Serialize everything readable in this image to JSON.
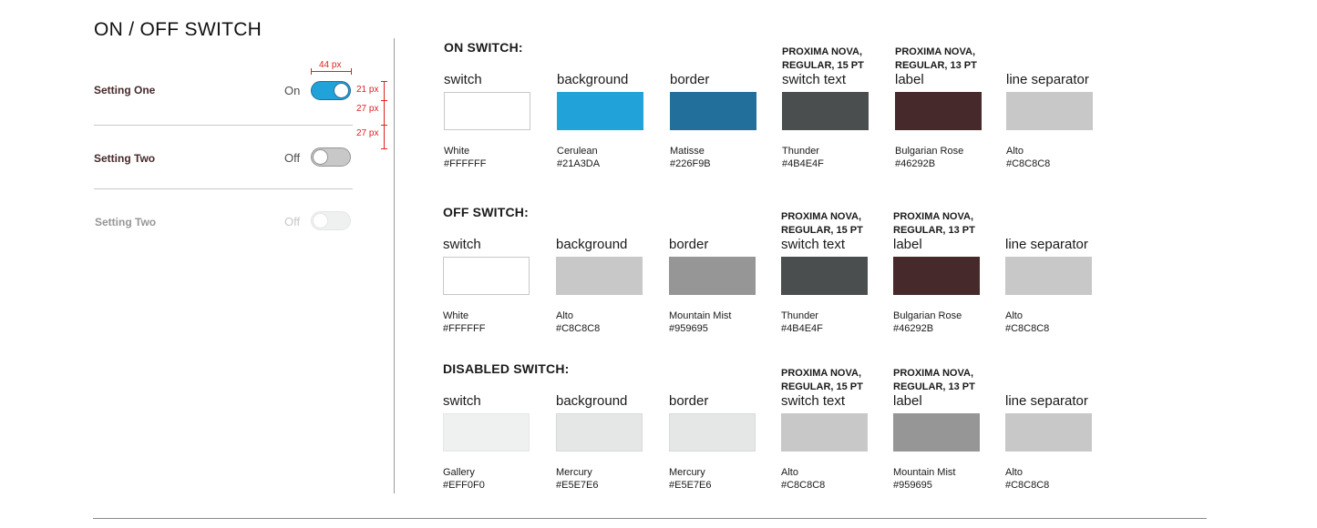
{
  "page_title": "ON / OFF SWITCH",
  "settings": [
    {
      "label": "Setting One",
      "state_text": "On",
      "state": "on"
    },
    {
      "label": "Setting Two",
      "state_text": "Off",
      "state": "off"
    },
    {
      "label": "Setting Two",
      "state_text": "Off",
      "state": "disabled"
    }
  ],
  "dimensions": {
    "width_label": "44 px",
    "height_label": "21 px",
    "spacing_1_label": "27 px",
    "spacing_2_label": "27 px"
  },
  "sections": [
    {
      "title": "ON SWITCH:",
      "swatches": [
        {
          "title": "switch",
          "font_line1": "",
          "font_line2": "",
          "name": "White",
          "hex": "#FFFFFF",
          "color": "#FFFFFF",
          "border": "#C8C8C8"
        },
        {
          "title": "background",
          "font_line1": "",
          "font_line2": "",
          "name": "Cerulean",
          "hex": "#21A3DA",
          "color": "#21A3DA"
        },
        {
          "title": "border",
          "font_line1": "",
          "font_line2": "",
          "name": "Matisse",
          "hex": "#226F9B",
          "color": "#226F9B"
        },
        {
          "title": "switch text",
          "font_line1": "PROXIMA NOVA,",
          "font_line2": "REGULAR, 15 PT",
          "name": "Thunder",
          "hex": "#4B4E4F",
          "color": "#4B4E4F"
        },
        {
          "title": "label",
          "font_line1": "PROXIMA NOVA,",
          "font_line2": "REGULAR, 13 PT",
          "name": "Bulgarian Rose",
          "hex": "#46292B",
          "color": "#46292B"
        },
        {
          "title": "line separator",
          "font_line1": "",
          "font_line2": "",
          "name": "Alto",
          "hex": "#C8C8C8",
          "color": "#C8C8C8"
        }
      ]
    },
    {
      "title": "OFF SWITCH:",
      "swatches": [
        {
          "title": "switch",
          "font_line1": "",
          "font_line2": "",
          "name": "White",
          "hex": "#FFFFFF",
          "color": "#FFFFFF",
          "border": "#C8C8C8"
        },
        {
          "title": "background",
          "font_line1": "",
          "font_line2": "",
          "name": "Alto",
          "hex": "#C8C8C8",
          "color": "#C8C8C8"
        },
        {
          "title": "border",
          "font_line1": "",
          "font_line2": "",
          "name": "Mountain Mist",
          "hex": "#959695",
          "color": "#959695"
        },
        {
          "title": "switch text",
          "font_line1": "PROXIMA NOVA,",
          "font_line2": "REGULAR, 15 PT",
          "name": "Thunder",
          "hex": "#4B4E4F",
          "color": "#4B4E4F"
        },
        {
          "title": "label",
          "font_line1": "PROXIMA NOVA,",
          "font_line2": "REGULAR, 13 PT",
          "name": "Bulgarian Rose",
          "hex": "#46292B",
          "color": "#46292B"
        },
        {
          "title": "line separator",
          "font_line1": "",
          "font_line2": "",
          "name": "Alto",
          "hex": "#C8C8C8",
          "color": "#C8C8C8"
        }
      ]
    },
    {
      "title": "DISABLED SWITCH:",
      "swatches": [
        {
          "title": "switch",
          "font_line1": "",
          "font_line2": "",
          "name": "Gallery",
          "hex": "#EFF0F0",
          "color": "#EFF0F0",
          "border": "#E5E7E6"
        },
        {
          "title": "background",
          "font_line1": "",
          "font_line2": "",
          "name": "Mercury",
          "hex": "#E5E7E6",
          "color": "#E5E7E6",
          "border": "#D8DAD9"
        },
        {
          "title": "border",
          "font_line1": "",
          "font_line2": "",
          "name": "Mercury",
          "hex": "#E5E7E6",
          "color": "#E5E7E6",
          "border": "#D8DAD9"
        },
        {
          "title": "switch text",
          "font_line1": "PROXIMA NOVA,",
          "font_line2": "REGULAR, 15 PT",
          "name": "Alto",
          "hex": "#C8C8C8",
          "color": "#C8C8C8"
        },
        {
          "title": "label",
          "font_line1": "PROXIMA NOVA,",
          "font_line2": "REGULAR, 13 PT",
          "name": "Mountain Mist",
          "hex": "#959695",
          "color": "#959695"
        },
        {
          "title": "line separator",
          "font_line1": "",
          "font_line2": "",
          "name": "Alto",
          "hex": "#C8C8C8",
          "color": "#C8C8C8"
        }
      ]
    }
  ],
  "switch_colors": {
    "on_bg": "#21A3DA",
    "on_border": "#226F9B",
    "off_bg": "#C8C8C8",
    "off_border": "#959695",
    "disabled_bg": "#EFF0F0",
    "disabled_border": "#E5E7E6",
    "on_text": "#4B4E4F",
    "disabled_text": "#C8C8C8",
    "label_color": "#46292B",
    "disabled_label_color": "#959695"
  }
}
